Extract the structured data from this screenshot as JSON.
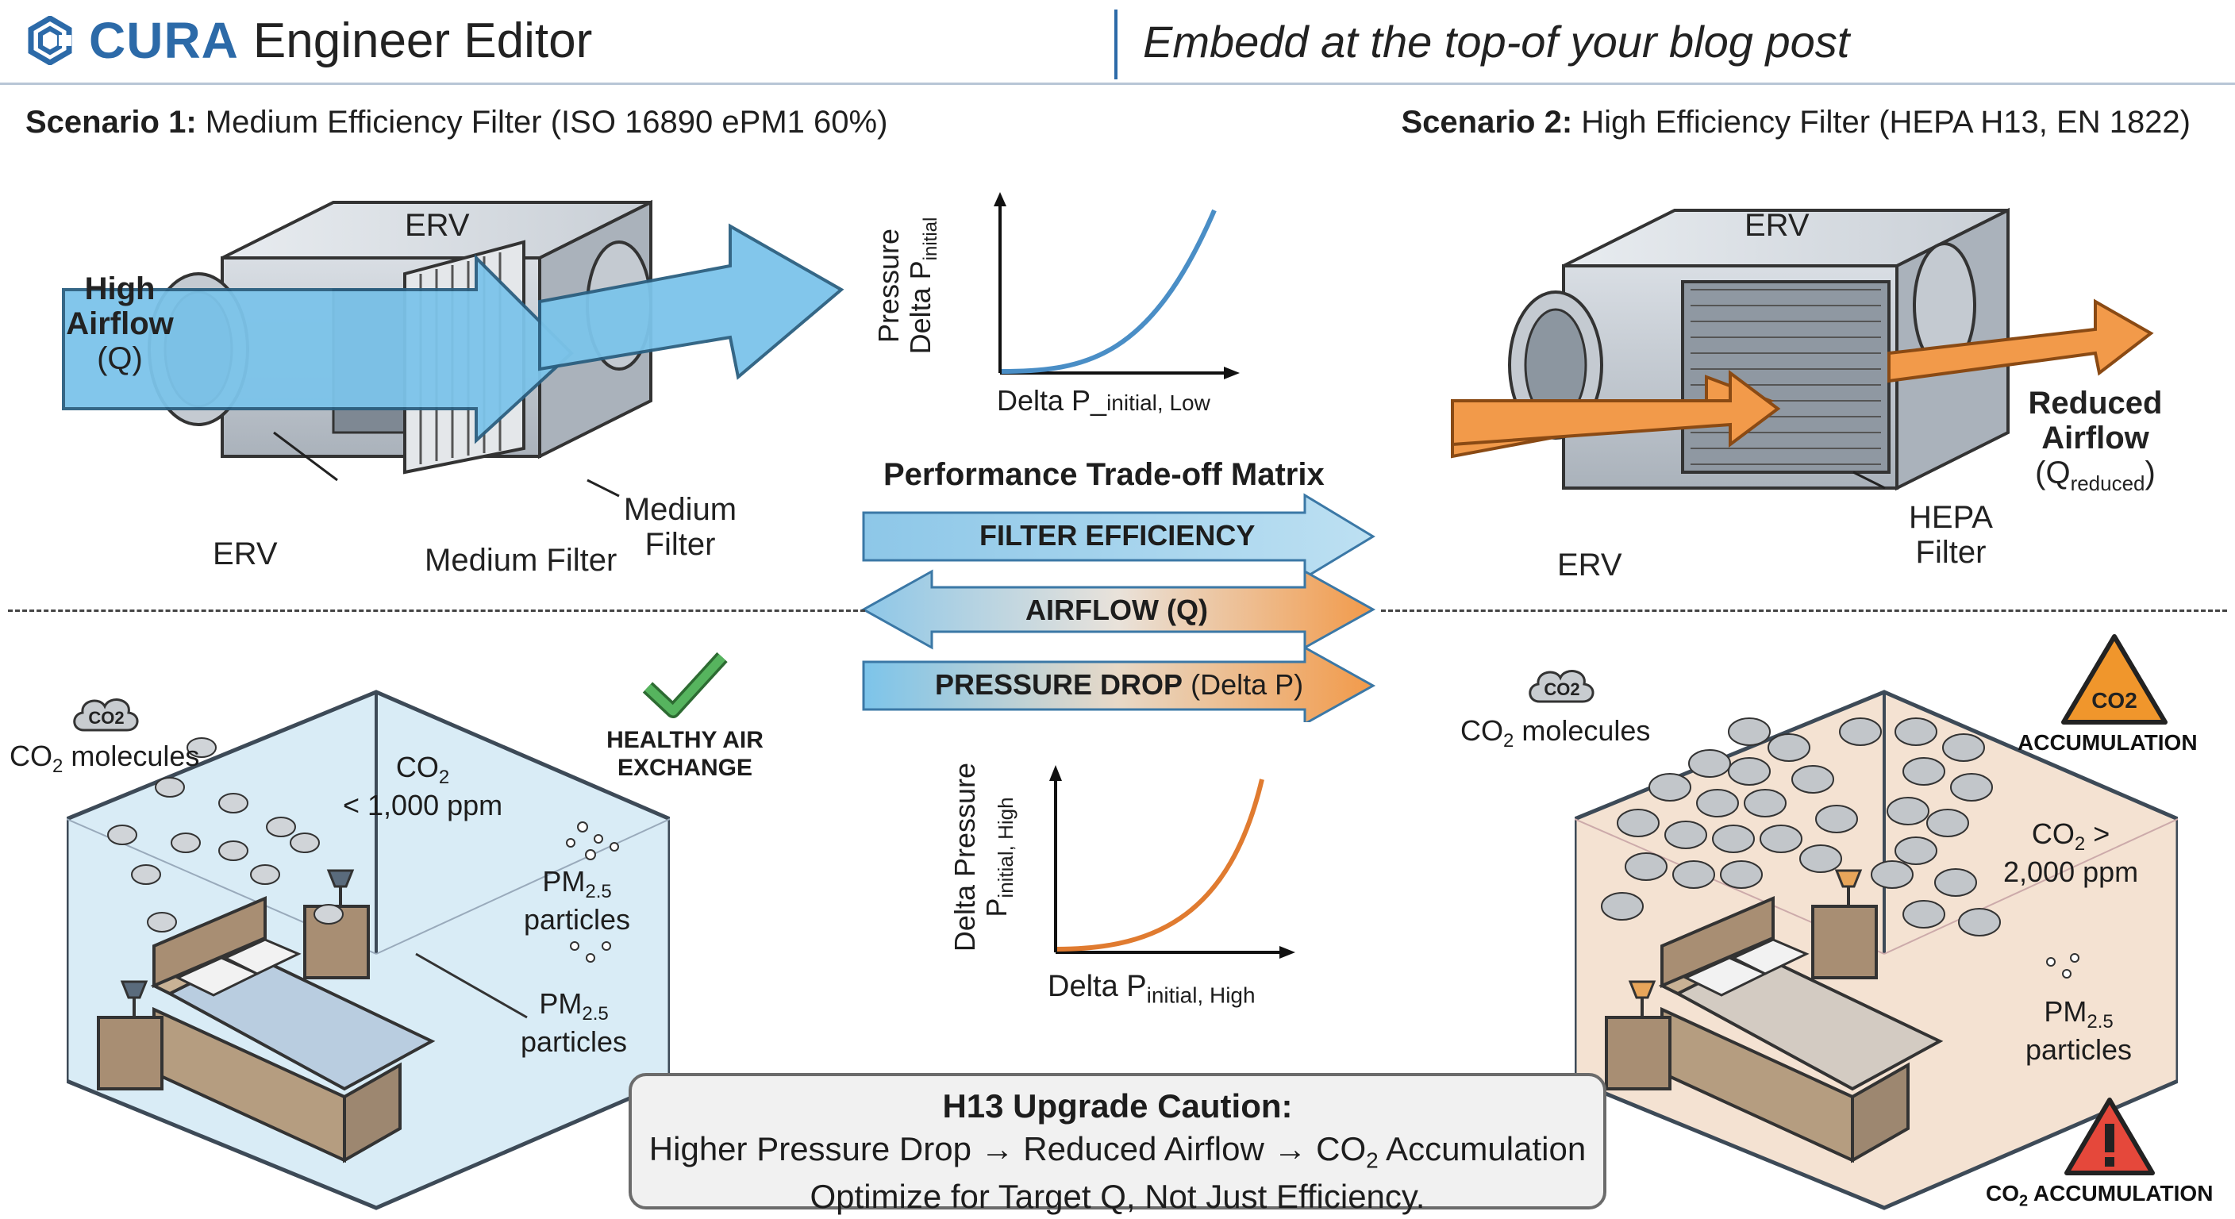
{
  "header": {
    "brand": "CURA",
    "title": "Engineer Editor",
    "tagline": "Embedd at the top-of your blog post"
  },
  "scenario1": {
    "prefix": "Scenario 1:",
    "title": "Medium Efficiency Filter (ISO 16890 ePM1 60%)",
    "erv_top": "ERV",
    "erv_bottom": "ERV",
    "inflow_line1": "High",
    "inflow_line2": "Airflow",
    "inflow_line3": "(Q)",
    "filter_label_a": "Medium Filter",
    "filter_label_b_line1": "Medium",
    "filter_label_b_line2": "Filter"
  },
  "scenario2": {
    "prefix": "Scenario 2:",
    "title": "High Efficiency Filter (HEPA H13, EN 1822)",
    "erv_top": "ERV",
    "erv_bottom": "ERV",
    "outflow_line1": "Reduced",
    "outflow_line2": "Airflow",
    "outflow_q": "(Q",
    "outflow_sub": "reduced",
    "outflow_close": ")",
    "filter_line1": "HEPA",
    "filter_line2": "Filter"
  },
  "graph_top": {
    "ylabel_line1": "Pressure",
    "ylabel_main": "Delta P",
    "ylabel_sub": "initial",
    "xlabel_main": "Delta P_",
    "xlabel_sub": "initial, Low"
  },
  "graph_bottom": {
    "ylabel_line1": "Delta Pressure",
    "ylabel_main": "P",
    "ylabel_sub": "initial, High",
    "xlabel_main": "Delta P",
    "xlabel_sub": "initial, High"
  },
  "matrix": {
    "title": "Performance Trade-off Matrix",
    "arrows": [
      {
        "label": "FILTER EFFICIENCY",
        "extra": "",
        "direction": "right"
      },
      {
        "label": "AIRFLOW (Q)",
        "extra": "",
        "direction": "both"
      },
      {
        "label": "PRESSURE DROP",
        "extra": " (Delta P)",
        "direction": "right"
      }
    ]
  },
  "room_left": {
    "cloud_text": "CO2",
    "molecules_label": "CO",
    "molecules_label_sub": "2",
    "molecules_label_rest": " molecules",
    "co2_line1": "CO",
    "co2_line1_sub": "2",
    "co2_line2": "< 1,000 ppm",
    "pm_a_line1": "PM",
    "pm_a_sub": "2.5",
    "pm_a_line2": "particles",
    "pm_b_line1": "PM",
    "pm_b_sub": "2.5",
    "pm_b_line2": "particles",
    "healthy_line1": "HEALTHY AIR",
    "healthy_line2": "EXCHANGE"
  },
  "room_right": {
    "molecules_label": "CO",
    "molecules_label_sub": "2",
    "molecules_label_rest": " molecules",
    "co2_line1": "CO",
    "co2_line1_sub": "2",
    "co2_line1_rest": " >",
    "co2_line2": "2,000 ppm",
    "pm_line1": "PM",
    "pm_sub": "2.5",
    "pm_line2": "particles",
    "warning_top_icon": "CO2",
    "warning_top_label": "ACCUMULATION",
    "warning_bottom_label_a": "CO",
    "warning_bottom_label_sub": "2",
    "warning_bottom_label_b": " ACCUMULATION"
  },
  "caution": {
    "title": "H13 Upgrade Caution:",
    "line2_a": "Higher Pressure Drop → Reduced Airflow → CO",
    "line2_sub": "2",
    "line2_b": " Accumulation",
    "line3": "Optimize for Target Q, Not Just Efficiency."
  },
  "colors": {
    "brand": "#2c6aa8",
    "blue_flow": "#7cc4ea",
    "orange_flow": "#f29a4a",
    "curve_blue": "#4a8ec6",
    "curve_orange": "#e07b30",
    "check_green": "#3c9a45",
    "warn_orange": "#f0962c",
    "warn_red": "#e5483b"
  },
  "icons": [
    "cura-logo-icon",
    "check-icon",
    "co2-warning-icon",
    "exclamation-warning-icon"
  ]
}
